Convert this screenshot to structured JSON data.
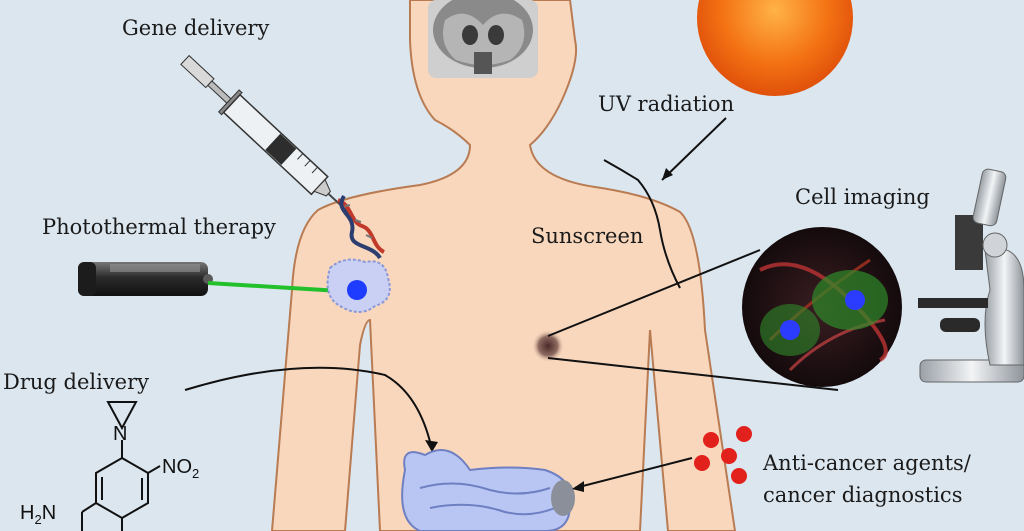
{
  "labels": {
    "gene_delivery": "Gene delivery",
    "uv_radiation": "UV radiation",
    "photothermal_therapy": "Photothermal therapy",
    "sunscreen": "Sunscreen",
    "cell_imaging": "Cell imaging",
    "drug_delivery": "Drug delivery",
    "anti_cancer_line1": "Anti-cancer agents/",
    "anti_cancer_line2": "cancer diagnostics"
  },
  "chemistry": {
    "n_atom": "N",
    "nitro": "NO",
    "nitro_sub": "2",
    "amine": "H",
    "amine_sub": "2",
    "amine_n": "N"
  },
  "colors": {
    "background": "#dbe6ef",
    "skin": "#f8d7bd",
    "skin_outline": "#b97b52",
    "laser": "#22c02a",
    "cell_nucleus": "#1d3cff",
    "agent_dot": "#e2211c",
    "sun": "#f26a12",
    "intestine": "#b9c6f3"
  }
}
